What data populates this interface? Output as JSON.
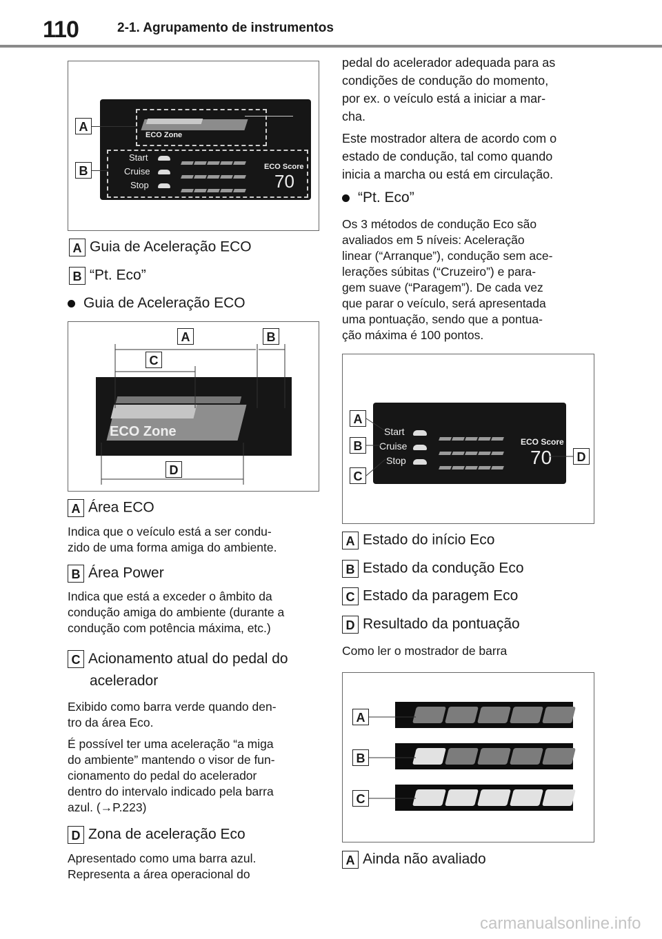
{
  "header": {
    "page_number": "110",
    "section": "2-1. Agrupamento de instrumentos"
  },
  "fig1": {
    "label_a": "A",
    "label_b": "B",
    "eco_zone": "ECO Zone",
    "start": "Start",
    "cruise": "Cruise",
    "stop": "Stop",
    "eco_score_title": "ECO Score",
    "eco_score_value": "70"
  },
  "captions1": [
    {
      "tag": "A",
      "text": "Guia de Aceleração ECO"
    },
    {
      "tag": "B",
      "text": "“Pt. Eco”"
    }
  ],
  "bullet1": "Guia de Aceleração ECO",
  "fig2": {
    "label_a": "A",
    "label_b": "B",
    "label_c": "C",
    "label_d": "D",
    "eco_zone": "ECO Zone"
  },
  "items_left": [
    {
      "tag": "A",
      "title": "Área ECO",
      "desc": [
        "Indica que o veículo está a ser condu-",
        "zido de uma forma amiga do ambiente."
      ]
    },
    {
      "tag": "B",
      "title": "Área Power",
      "desc": [
        "Indica que está a exceder o âmbito da",
        "condução amiga do ambiente (durante a",
        "condução com potência máxima, etc.)"
      ]
    },
    {
      "tag": "C",
      "title1": "Acionamento atual do pedal do",
      "title2": "acelerador",
      "desc": [
        "Exibido como barra verde quando den-",
        "tro da área Eco."
      ],
      "desc2": [
        "É possível ter uma aceleração “a miga",
        "do ambiente” mantendo o visor de fun-",
        "cionamento do pedal do acelerador",
        "dentro do intervalo indicado pela barra",
        "azul. (→P.223)"
      ]
    },
    {
      "tag": "D",
      "title": "Zona de aceleração Eco",
      "desc": [
        "Apresentado como uma barra azul.",
        "Representa a área operacional do"
      ]
    }
  ],
  "right_top": [
    "pedal do acelerador adequada para as",
    "condições de condução do momento,",
    "por ex. o veículo está a iniciar a mar-",
    "cha.",
    "Este mostrador altera de acordo com o",
    "estado de condução, tal como quando",
    "inicia a marcha ou está em circulação."
  ],
  "bullet2": "“Pt. Eco”",
  "right_para": [
    "Os 3 métodos de condução Eco são",
    "avaliados em 5 níveis: Aceleração",
    "linear (“Arranque”), condução sem ace-",
    "lerações súbitas (“Cruzeiro”) e para-",
    "gem suave (“Paragem”). De cada vez",
    "que parar o veículo, será apresentada",
    "uma pontuação, sendo que a pontua-",
    "ção máxima é 100 pontos."
  ],
  "fig3": {
    "label_a": "A",
    "label_b": "B",
    "label_c": "C",
    "label_d": "D",
    "start": "Start",
    "cruise": "Cruise",
    "stop": "Stop",
    "eco_score_title": "ECO Score",
    "eco_score_value": "70"
  },
  "captions3": [
    {
      "tag": "A",
      "text": "Estado do início Eco"
    },
    {
      "tag": "B",
      "text": "Estado da condução Eco"
    },
    {
      "tag": "C",
      "text": "Estado da paragem Eco"
    },
    {
      "tag": "D",
      "text": "Resultado da pontuação"
    }
  ],
  "bar_intro": "Como ler o mostrador de barra",
  "fig4": {
    "label_a": "A",
    "label_b": "B",
    "label_c": "C"
  },
  "captions4": [
    {
      "tag": "A",
      "text": "Ainda não avaliado"
    }
  ],
  "watermark": "carmanualsonline.info"
}
